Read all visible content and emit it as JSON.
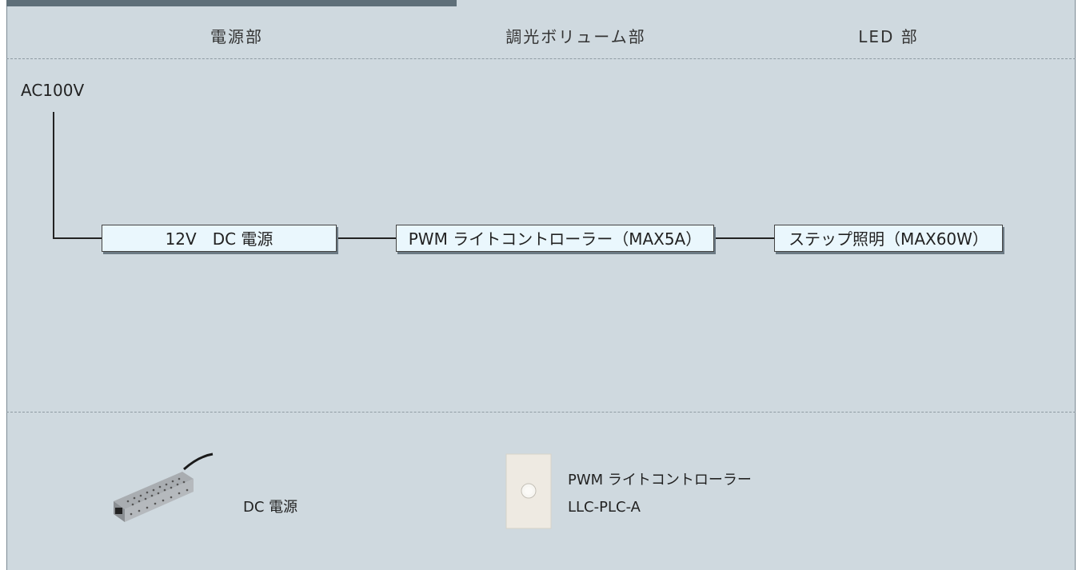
{
  "columns": {
    "power": "電源部",
    "dimmer": "調光ボリューム部",
    "led": "LED 部"
  },
  "source": {
    "label": "AC100V"
  },
  "blocks": {
    "psu": "12V　DC 電源",
    "controller": "PWM ライトコントローラー（MAX5A）",
    "lamp": "ステップ照明（MAX60W）"
  },
  "products": {
    "psu": {
      "label": "DC 電源"
    },
    "controller": {
      "name": "PWM ライトコントローラー",
      "model": "LLC-PLC-A"
    }
  }
}
